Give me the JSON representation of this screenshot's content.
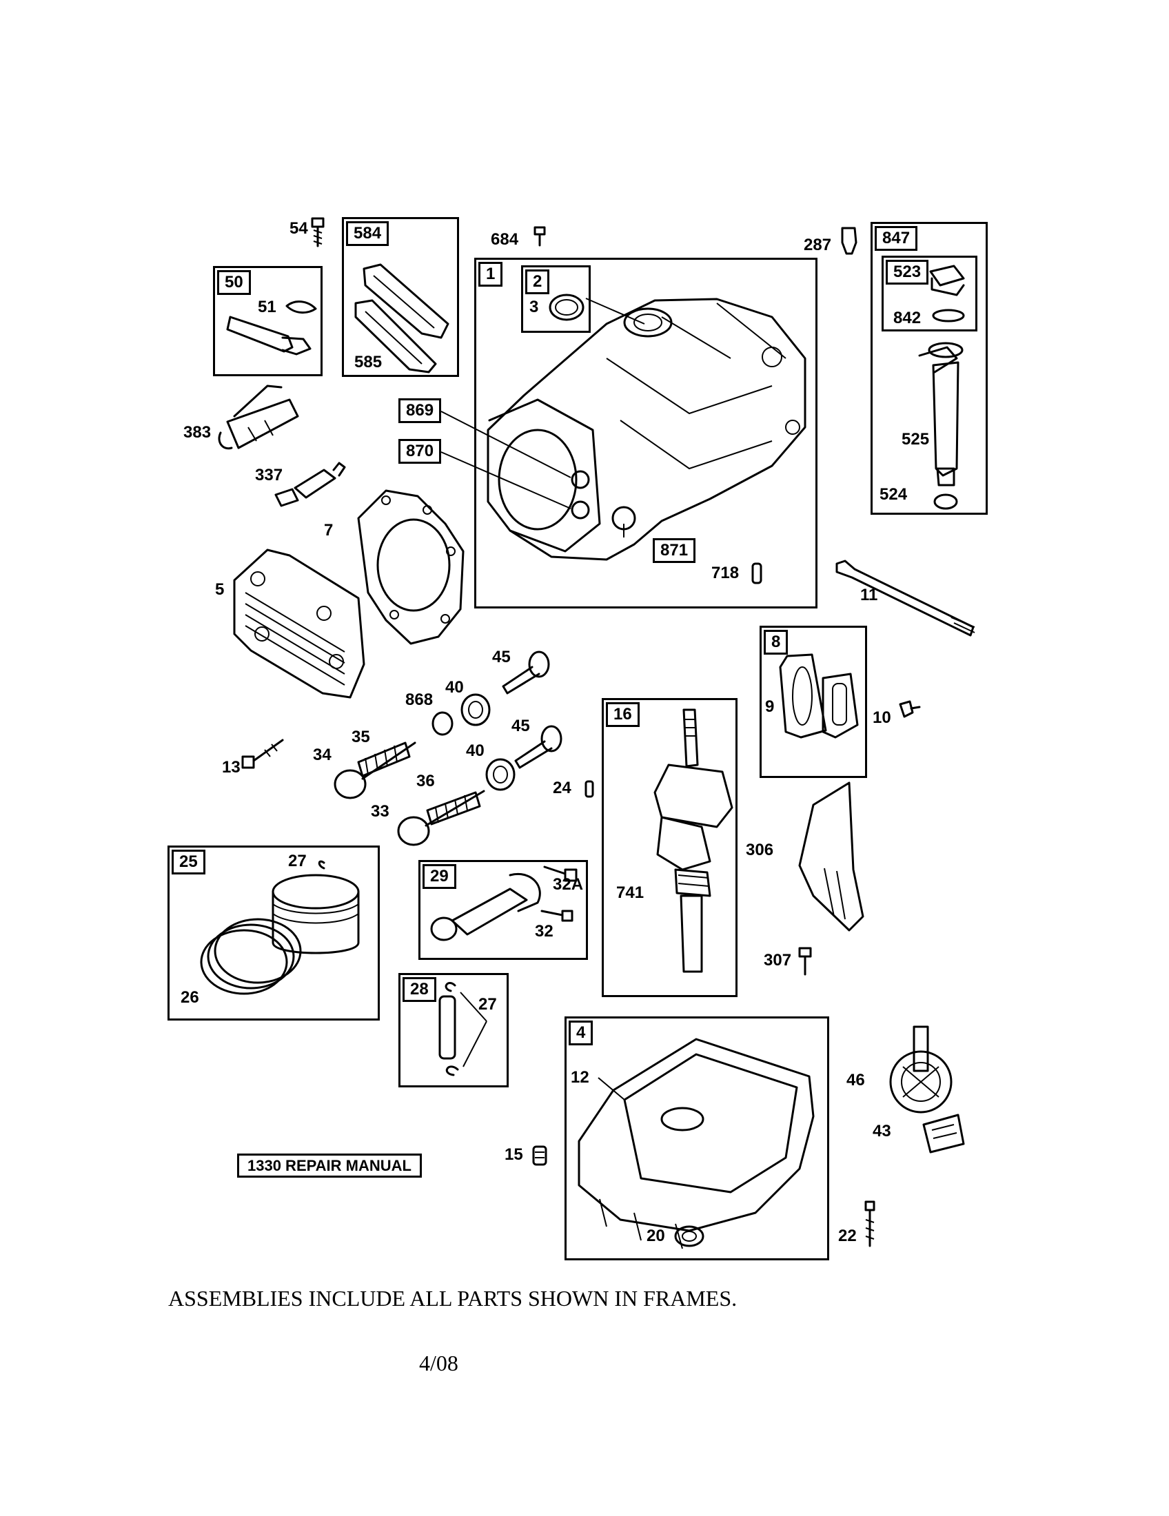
{
  "title_box": "1330 REPAIR MANUAL",
  "frames": {
    "f1": "1",
    "f2": "2",
    "f50": "50",
    "f584": "584",
    "f847": "847",
    "f523": "523",
    "f8": "8",
    "f16": "16",
    "f25": "25",
    "f29": "29",
    "f28": "28",
    "f4": "4"
  },
  "boxed_parts": {
    "b869": "869",
    "b870": "870",
    "b871": "871"
  },
  "labels": {
    "l54": "54",
    "l684": "684",
    "l287": "287",
    "l51": "51",
    "l585": "585",
    "l3": "3",
    "l842": "842",
    "l525": "525",
    "l524": "524",
    "l383": "383",
    "l337": "337",
    "l7": "7",
    "l5": "5",
    "l718": "718",
    "l11": "11",
    "l45a": "45",
    "l40a": "40",
    "l868": "868",
    "l45b": "45",
    "l40b": "40",
    "l9": "9",
    "l10": "10",
    "l35": "35",
    "l34": "34",
    "l13": "13",
    "l36": "36",
    "l24": "24",
    "l33": "33",
    "l306": "306",
    "l27a": "27",
    "l32A": "32A",
    "l741": "741",
    "l32": "32",
    "l307": "307",
    "l26": "26",
    "l27b": "27",
    "l12": "12",
    "l46": "46",
    "l43": "43",
    "l15": "15",
    "l20": "20",
    "l22": "22"
  },
  "footer": {
    "note": "ASSEMBLIES INCLUDE ALL PARTS SHOWN IN FRAMES.",
    "date": "4/08"
  }
}
